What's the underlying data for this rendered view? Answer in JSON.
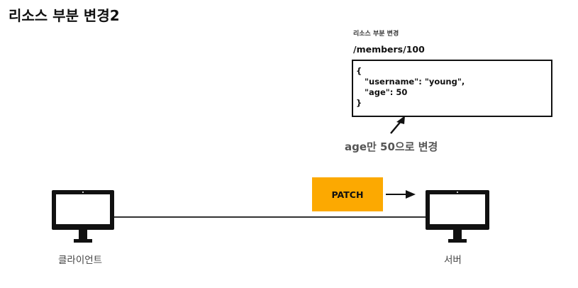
{
  "title": "리소스 부분 변경2",
  "resource": {
    "caption": "리소스 부분 변경",
    "path": "/members/100",
    "json_lines": [
      "{",
      "   \"username\": \"young\",",
      "   \"age\": 50",
      "}"
    ]
  },
  "note": "age만 50으로 변경",
  "method": "PATCH",
  "client": {
    "label": "클라이언트",
    "icon": "monitor-icon"
  },
  "server": {
    "label": "서버",
    "icon": "monitor-icon"
  },
  "colors": {
    "badge": "#fca901",
    "line": "#333333"
  }
}
